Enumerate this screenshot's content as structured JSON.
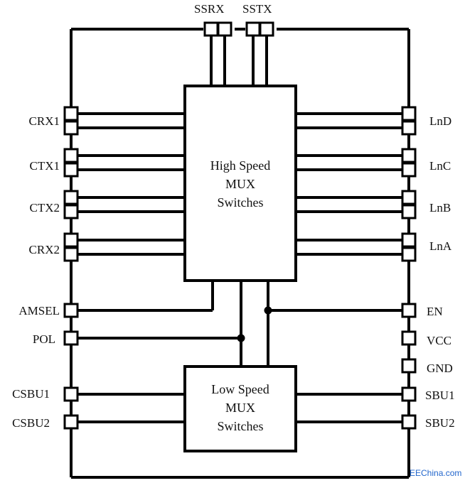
{
  "pins": {
    "top": [
      "SSRX",
      "SSTX"
    ],
    "left": [
      "CRX1",
      "CTX1",
      "CTX2",
      "CRX2",
      "AMSEL",
      "POL",
      "CSBU1",
      "CSBU2"
    ],
    "right": [
      "LnD",
      "LnC",
      "LnB",
      "LnA",
      "EN",
      "VCC",
      "GND",
      "SBU1",
      "SBU2"
    ]
  },
  "blocks": {
    "high_speed": [
      "High Speed",
      "MUX",
      "Switches"
    ],
    "low_speed": [
      "Low Speed",
      "MUX",
      "Switches"
    ]
  },
  "watermark": "EEChina.com"
}
